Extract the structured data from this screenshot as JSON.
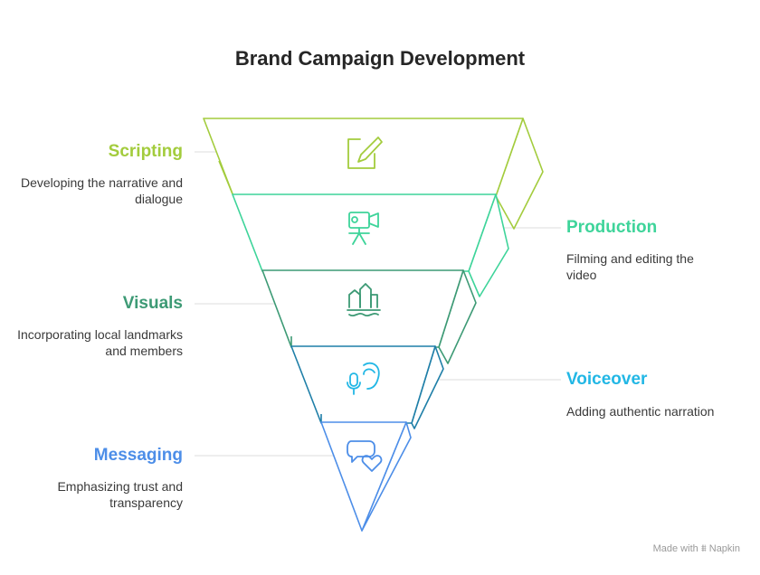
{
  "title": "Brand Campaign Development",
  "stages": [
    {
      "label": "Scripting",
      "description": "Developing the narrative and dialogue",
      "color": "#a3cc3d",
      "icon": "pencil-note-icon",
      "side": "left"
    },
    {
      "label": "Production",
      "description": "Filming and editing the video",
      "color": "#3ed49a",
      "icon": "film-camera-icon",
      "side": "right"
    },
    {
      "label": "Visuals",
      "description": "Incorporating local landmarks and members",
      "color": "#3d9a75",
      "icon": "landmark-city-icon",
      "side": "left"
    },
    {
      "label": "Voiceover",
      "description": "Adding authentic narration",
      "color": "#22b7e5",
      "icon": "microphone-person-icon",
      "side": "right"
    },
    {
      "label": "Messaging",
      "description": "Emphasizing trust and transparency",
      "color": "#4d8ee8",
      "icon": "chat-heart-icon",
      "side": "left"
    }
  ],
  "footer": {
    "made_with": "Made with",
    "brand": "Napkin"
  }
}
